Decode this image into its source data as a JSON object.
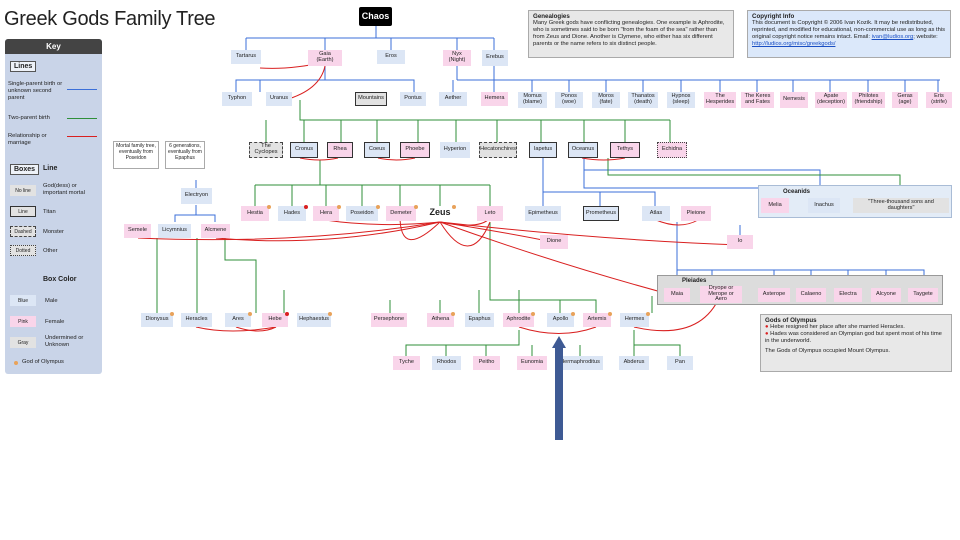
{
  "title": "Greek Gods Family Tree",
  "colors": {
    "single_parent": "#3b6fd8",
    "two_parent": "#2f8f3a",
    "marriage": "#d92020",
    "male_box": "#dce6f5",
    "female_box": "#f9d5ea",
    "unknown_box": "#e2e2e2",
    "olympus_dot": "#e8a25a",
    "arrow": "#3e5a94"
  },
  "key": {
    "header": "Key",
    "lines_heading": "Lines",
    "lines": [
      {
        "label": "Single-parent birth or unknown second parent",
        "color": "#3b6fd8"
      },
      {
        "label": "Two-parent birth",
        "color": "#2f8f3a"
      },
      {
        "label": "Relationship or marriage",
        "color": "#d92020"
      }
    ],
    "boxes_heading": "Boxes",
    "line_heading": "Line",
    "boxes": [
      {
        "chip": "No line",
        "label": "God(dess) or important mortal"
      },
      {
        "chip": "Line",
        "label": "Titan"
      },
      {
        "chip": "Dashed",
        "label": "Monster"
      },
      {
        "chip": "Dotted",
        "label": "Other"
      }
    ],
    "color_heading": "Box Color",
    "colors": [
      {
        "chip": "Blue",
        "label": "Male"
      },
      {
        "chip": "Pink",
        "label": "Female"
      },
      {
        "chip": "Gray",
        "label": "Undermined or Unknown"
      }
    ],
    "olympus_label": "God of Olympus"
  },
  "notes": {
    "genealogies_title": "Genealogies",
    "genealogies_text": "Many Greek gods have conflicting genealogies. One example is Aphrodite, who is sometimes said to be born \"from the foam of the sea\" rather than from Zeus and Dione. Another is Clymene, who either has six different parents or the name refers to six distinct people.",
    "copyright_title": "Copyright Info",
    "copyright_text": "This document is Copyright © 2006 Ivan Kozik. It may be redistributed, reprinted, and modified for educational, non-commercial use as long as this original copyright notice remains intact.",
    "copyright_contact_prefix": "Email:",
    "copyright_email": "ivan@ludios.org",
    "copyright_website_prefix": "; website:",
    "copyright_url": "http://ludios.org/misc/greekgods/",
    "olympus_title": "Gods of Olympus",
    "olympus_note_1": "Hebe resigned her place after she married Heracles.",
    "olympus_note_2": "Hades was considered an Olympian god but spent most of his time in the underworld.",
    "olympus_note_3": "The Gods of Olympus occupied Mount Olympus.",
    "mortal_tree": "Mortal family tree, eventually from Poseidon",
    "six_generations": "6 generations, eventually from Epaphus",
    "oceanids_label": "Oceanids",
    "pleiades_label": "Pleiades"
  },
  "nodes": [
    {
      "id": "chaos",
      "label": "Chaos"
    },
    {
      "id": "tartarus",
      "label": "Tartarus"
    },
    {
      "id": "gaia",
      "label": "Gaia (Earth)"
    },
    {
      "id": "eros",
      "label": "Eros"
    },
    {
      "id": "nyx",
      "label": "Nyx (Night)"
    },
    {
      "id": "erebus",
      "label": "Erebus"
    },
    {
      "id": "typhon",
      "label": "Typhon"
    },
    {
      "id": "uranus",
      "label": "Uranus"
    },
    {
      "id": "mountains",
      "label": "Mountains"
    },
    {
      "id": "pontus",
      "label": "Pontus"
    },
    {
      "id": "aether",
      "label": "Aether"
    },
    {
      "id": "hemera",
      "label": "Hemera"
    },
    {
      "id": "momus",
      "label": "Momus (blame)"
    },
    {
      "id": "ponos",
      "label": "Ponos (woe)"
    },
    {
      "id": "moros",
      "label": "Moros (fate)"
    },
    {
      "id": "thanatos",
      "label": "Thanatos (death)"
    },
    {
      "id": "hypnos",
      "label": "Hypnos (sleep)"
    },
    {
      "id": "hesperides",
      "label": "The Hesperides"
    },
    {
      "id": "keres",
      "label": "The Keres and Fates"
    },
    {
      "id": "nemesis",
      "label": "Nemesis"
    },
    {
      "id": "apate",
      "label": "Apate (deception)"
    },
    {
      "id": "philotes",
      "label": "Philotes (friendship)"
    },
    {
      "id": "geras",
      "label": "Geras (age)"
    },
    {
      "id": "eris",
      "label": "Eris (strife)"
    },
    {
      "id": "cyclopes",
      "label": "The Cyclopes"
    },
    {
      "id": "cronus",
      "label": "Cronus"
    },
    {
      "id": "rhea",
      "label": "Rhea"
    },
    {
      "id": "coeus",
      "label": "Coeus"
    },
    {
      "id": "phoebe",
      "label": "Phoebe"
    },
    {
      "id": "hyperion",
      "label": "Hyperion"
    },
    {
      "id": "hecatonchires",
      "label": "Hecatonchires"
    },
    {
      "id": "iapetus",
      "label": "Iapetus"
    },
    {
      "id": "oceanus",
      "label": "Oceanus"
    },
    {
      "id": "tethys",
      "label": "Tethys"
    },
    {
      "id": "echidna",
      "label": "Echidna"
    },
    {
      "id": "electryon",
      "label": "Electryon"
    },
    {
      "id": "hestia",
      "label": "Hestia"
    },
    {
      "id": "hades",
      "label": "Hades"
    },
    {
      "id": "hera",
      "label": "Hera"
    },
    {
      "id": "poseidon",
      "label": "Poseidon"
    },
    {
      "id": "demeter",
      "label": "Demeter"
    },
    {
      "id": "zeus",
      "label": "Zeus"
    },
    {
      "id": "leto",
      "label": "Leto"
    },
    {
      "id": "epimetheus",
      "label": "Epimetheus"
    },
    {
      "id": "prometheus",
      "label": "Prometheus"
    },
    {
      "id": "atlas",
      "label": "Atlas"
    },
    {
      "id": "pleione",
      "label": "Pleione"
    },
    {
      "id": "melia",
      "label": "Melia"
    },
    {
      "id": "inachus",
      "label": "Inachus"
    },
    {
      "id": "three_thousand",
      "label": "\"Three-thousand sons and daughters\""
    },
    {
      "id": "semele",
      "label": "Semele"
    },
    {
      "id": "licymnius",
      "label": "Licymnius"
    },
    {
      "id": "alcmene",
      "label": "Alcmene"
    },
    {
      "id": "dione",
      "label": "Dione"
    },
    {
      "id": "io",
      "label": "Io"
    },
    {
      "id": "maia",
      "label": "Maia"
    },
    {
      "id": "dryope",
      "label": "Dryope or Merope or Aero"
    },
    {
      "id": "asterope",
      "label": "Asterope"
    },
    {
      "id": "calaeno",
      "label": "Calaeno"
    },
    {
      "id": "electra",
      "label": "Electra"
    },
    {
      "id": "alcyone",
      "label": "Alcyone"
    },
    {
      "id": "taygete",
      "label": "Taygete"
    },
    {
      "id": "dionysus",
      "label": "Dionysus"
    },
    {
      "id": "heracles",
      "label": "Heracles"
    },
    {
      "id": "ares",
      "label": "Ares"
    },
    {
      "id": "hebe",
      "label": "Hebe"
    },
    {
      "id": "hephaestus",
      "label": "Hephaestus"
    },
    {
      "id": "persephone",
      "label": "Persephone"
    },
    {
      "id": "athena",
      "label": "Athena"
    },
    {
      "id": "epaphus",
      "label": "Epaphus"
    },
    {
      "id": "aphrodite",
      "label": "Aphrodite"
    },
    {
      "id": "apollo",
      "label": "Apollo"
    },
    {
      "id": "artemis",
      "label": "Artemis"
    },
    {
      "id": "hermes",
      "label": "Hermes"
    },
    {
      "id": "tyche",
      "label": "Tyche"
    },
    {
      "id": "rhodos",
      "label": "Rhodos"
    },
    {
      "id": "peitho",
      "label": "Peitho"
    },
    {
      "id": "eunomia",
      "label": "Eunomia"
    },
    {
      "id": "hermaphroditus",
      "label": "Hermaphroditus"
    },
    {
      "id": "abderus",
      "label": "Abderus"
    },
    {
      "id": "pan",
      "label": "Pan"
    }
  ]
}
